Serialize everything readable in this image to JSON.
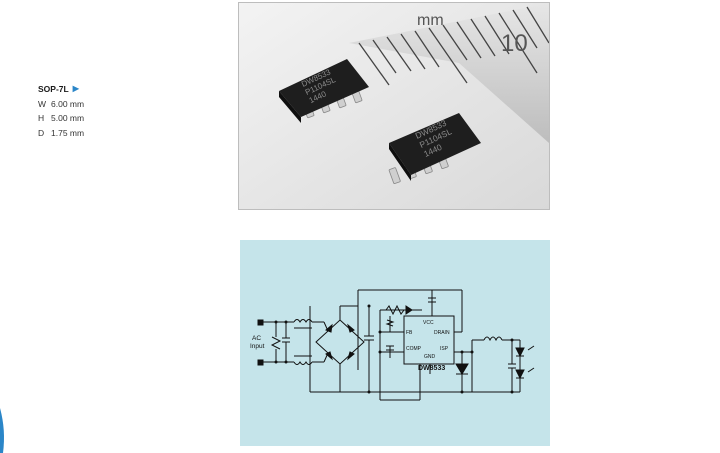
{
  "package": {
    "name": "SOP-7L",
    "dims": [
      {
        "key": "W",
        "value": "6.00",
        "unit": "mm"
      },
      {
        "key": "H",
        "value": "5.00",
        "unit": "mm"
      },
      {
        "key": "D",
        "value": "1.75",
        "unit": "mm"
      }
    ]
  },
  "photo": {
    "ruler_unit": "mm",
    "ruler_number": "10",
    "chip1_marking": [
      "DW8533",
      "P1104SL",
      "1440"
    ],
    "chip2_marking": [
      "DW8533",
      "P1104SL",
      "1440"
    ]
  },
  "schematic": {
    "input_label": [
      "AC",
      "Input"
    ],
    "ic_name": "DW8533",
    "pins": {
      "vcc": "VCC",
      "fb": "FB",
      "drain": "DRAIN",
      "comp": "COMP",
      "isp": "ISP",
      "gnd": "GND"
    }
  },
  "colors": {
    "accent": "#2b86c8",
    "schematic_bg": "#c5e4ea"
  }
}
